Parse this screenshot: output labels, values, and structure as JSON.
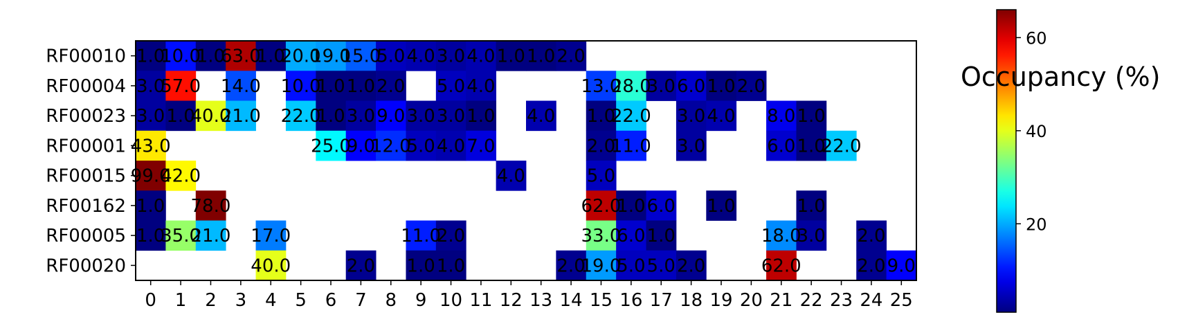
{
  "chart_data": {
    "type": "heatmap",
    "title": "",
    "xlabel": "",
    "ylabel": "",
    "rows": [
      "RF00010",
      "RF00004",
      "RF00023",
      "RF00001",
      "RF00015",
      "RF00162",
      "RF00005",
      "RF00020"
    ],
    "columns": [
      "0",
      "1",
      "2",
      "3",
      "4",
      "5",
      "6",
      "7",
      "8",
      "9",
      "10",
      "11",
      "12",
      "13",
      "14",
      "15",
      "16",
      "17",
      "18",
      "19",
      "20",
      "21",
      "22",
      "23",
      "24",
      "25"
    ],
    "colorbar": {
      "label": "Occupancy (%)",
      "min": 1,
      "max": 66,
      "ticks": [
        20,
        40,
        60
      ],
      "colormap": "jet"
    },
    "cells": [
      {
        "row": 0,
        "col": 0,
        "value": 1.0
      },
      {
        "row": 0,
        "col": 1,
        "value": 10.0
      },
      {
        "row": 0,
        "col": 2,
        "value": 1.0
      },
      {
        "row": 0,
        "col": 3,
        "value": 63.0
      },
      {
        "row": 0,
        "col": 4,
        "value": 1.0
      },
      {
        "row": 0,
        "col": 5,
        "value": 20.0
      },
      {
        "row": 0,
        "col": 6,
        "value": 19.0
      },
      {
        "row": 0,
        "col": 7,
        "value": 15.0
      },
      {
        "row": 0,
        "col": 8,
        "value": 5.0
      },
      {
        "row": 0,
        "col": 9,
        "value": 4.0
      },
      {
        "row": 0,
        "col": 10,
        "value": 3.0
      },
      {
        "row": 0,
        "col": 11,
        "value": 4.0
      },
      {
        "row": 0,
        "col": 12,
        "value": 1.0
      },
      {
        "row": 0,
        "col": 13,
        "value": 1.0
      },
      {
        "row": 0,
        "col": 14,
        "value": 2.0
      },
      {
        "row": 1,
        "col": 0,
        "value": 3.0
      },
      {
        "row": 1,
        "col": 1,
        "value": 57.0
      },
      {
        "row": 1,
        "col": 3,
        "value": 14.0
      },
      {
        "row": 1,
        "col": 5,
        "value": 10.0
      },
      {
        "row": 1,
        "col": 6,
        "value": 1.0
      },
      {
        "row": 1,
        "col": 7,
        "value": 1.0
      },
      {
        "row": 1,
        "col": 8,
        "value": 2.0
      },
      {
        "row": 1,
        "col": 10,
        "value": 5.0
      },
      {
        "row": 1,
        "col": 11,
        "value": 4.0
      },
      {
        "row": 1,
        "col": 15,
        "value": 13.0
      },
      {
        "row": 1,
        "col": 16,
        "value": 28.0
      },
      {
        "row": 1,
        "col": 17,
        "value": 3.0
      },
      {
        "row": 1,
        "col": 18,
        "value": 6.0
      },
      {
        "row": 1,
        "col": 19,
        "value": 1.0
      },
      {
        "row": 1,
        "col": 20,
        "value": 2.0
      },
      {
        "row": 2,
        "col": 0,
        "value": 3.0
      },
      {
        "row": 2,
        "col": 1,
        "value": 1.0
      },
      {
        "row": 2,
        "col": 2,
        "value": 40.0
      },
      {
        "row": 2,
        "col": 3,
        "value": 21.0
      },
      {
        "row": 2,
        "col": 5,
        "value": 22.0
      },
      {
        "row": 2,
        "col": 6,
        "value": 1.0
      },
      {
        "row": 2,
        "col": 7,
        "value": 3.0
      },
      {
        "row": 2,
        "col": 8,
        "value": 9.0
      },
      {
        "row": 2,
        "col": 9,
        "value": 3.0
      },
      {
        "row": 2,
        "col": 10,
        "value": 3.0
      },
      {
        "row": 2,
        "col": 11,
        "value": 1.0
      },
      {
        "row": 2,
        "col": 13,
        "value": 4.0
      },
      {
        "row": 2,
        "col": 15,
        "value": 1.0
      },
      {
        "row": 2,
        "col": 16,
        "value": 22.0
      },
      {
        "row": 2,
        "col": 18,
        "value": 3.0
      },
      {
        "row": 2,
        "col": 19,
        "value": 4.0
      },
      {
        "row": 2,
        "col": 21,
        "value": 8.0
      },
      {
        "row": 2,
        "col": 22,
        "value": 1.0
      },
      {
        "row": 3,
        "col": 0,
        "value": 43.0
      },
      {
        "row": 3,
        "col": 6,
        "value": 25.0
      },
      {
        "row": 3,
        "col": 7,
        "value": 9.0
      },
      {
        "row": 3,
        "col": 8,
        "value": 12.0
      },
      {
        "row": 3,
        "col": 9,
        "value": 5.0
      },
      {
        "row": 3,
        "col": 10,
        "value": 4.0
      },
      {
        "row": 3,
        "col": 11,
        "value": 7.0
      },
      {
        "row": 3,
        "col": 15,
        "value": 2.0
      },
      {
        "row": 3,
        "col": 16,
        "value": 11.0
      },
      {
        "row": 3,
        "col": 18,
        "value": 3.0
      },
      {
        "row": 3,
        "col": 21,
        "value": 6.0
      },
      {
        "row": 3,
        "col": 22,
        "value": 1.0
      },
      {
        "row": 3,
        "col": 23,
        "value": 22.0
      },
      {
        "row": 4,
        "col": 0,
        "value": 99.0
      },
      {
        "row": 4,
        "col": 1,
        "value": 42.0
      },
      {
        "row": 4,
        "col": 12,
        "value": 4.0
      },
      {
        "row": 4,
        "col": 15,
        "value": 5.0
      },
      {
        "row": 5,
        "col": 0,
        "value": 1.0
      },
      {
        "row": 5,
        "col": 2,
        "value": 78.0
      },
      {
        "row": 5,
        "col": 15,
        "value": 62.0
      },
      {
        "row": 5,
        "col": 16,
        "value": 1.0
      },
      {
        "row": 5,
        "col": 17,
        "value": 6.0
      },
      {
        "row": 5,
        "col": 19,
        "value": 1.0
      },
      {
        "row": 5,
        "col": 22,
        "value": 1.0
      },
      {
        "row": 6,
        "col": 0,
        "value": 1.0
      },
      {
        "row": 6,
        "col": 1,
        "value": 35.0
      },
      {
        "row": 6,
        "col": 2,
        "value": 21.0
      },
      {
        "row": 6,
        "col": 4,
        "value": 17.0
      },
      {
        "row": 6,
        "col": 9,
        "value": 11.0
      },
      {
        "row": 6,
        "col": 10,
        "value": 2.0
      },
      {
        "row": 6,
        "col": 15,
        "value": 33.0
      },
      {
        "row": 6,
        "col": 16,
        "value": 6.0
      },
      {
        "row": 6,
        "col": 17,
        "value": 1.0
      },
      {
        "row": 6,
        "col": 21,
        "value": 18.0
      },
      {
        "row": 6,
        "col": 22,
        "value": 3.0
      },
      {
        "row": 6,
        "col": 24,
        "value": 2.0
      },
      {
        "row": 7,
        "col": 4,
        "value": 40.0
      },
      {
        "row": 7,
        "col": 7,
        "value": 2.0
      },
      {
        "row": 7,
        "col": 9,
        "value": 1.0
      },
      {
        "row": 7,
        "col": 10,
        "value": 1.0
      },
      {
        "row": 7,
        "col": 14,
        "value": 2.0
      },
      {
        "row": 7,
        "col": 15,
        "value": 19.0
      },
      {
        "row": 7,
        "col": 16,
        "value": 5.0
      },
      {
        "row": 7,
        "col": 17,
        "value": 5.0
      },
      {
        "row": 7,
        "col": 18,
        "value": 2.0
      },
      {
        "row": 7,
        "col": 21,
        "value": 62.0
      },
      {
        "row": 7,
        "col": 24,
        "value": 2.0
      },
      {
        "row": 7,
        "col": 25,
        "value": 9.0
      }
    ],
    "blank_colored_cells": [
      {
        "row": 3,
        "col": 7,
        "value": 9.0
      }
    ]
  }
}
